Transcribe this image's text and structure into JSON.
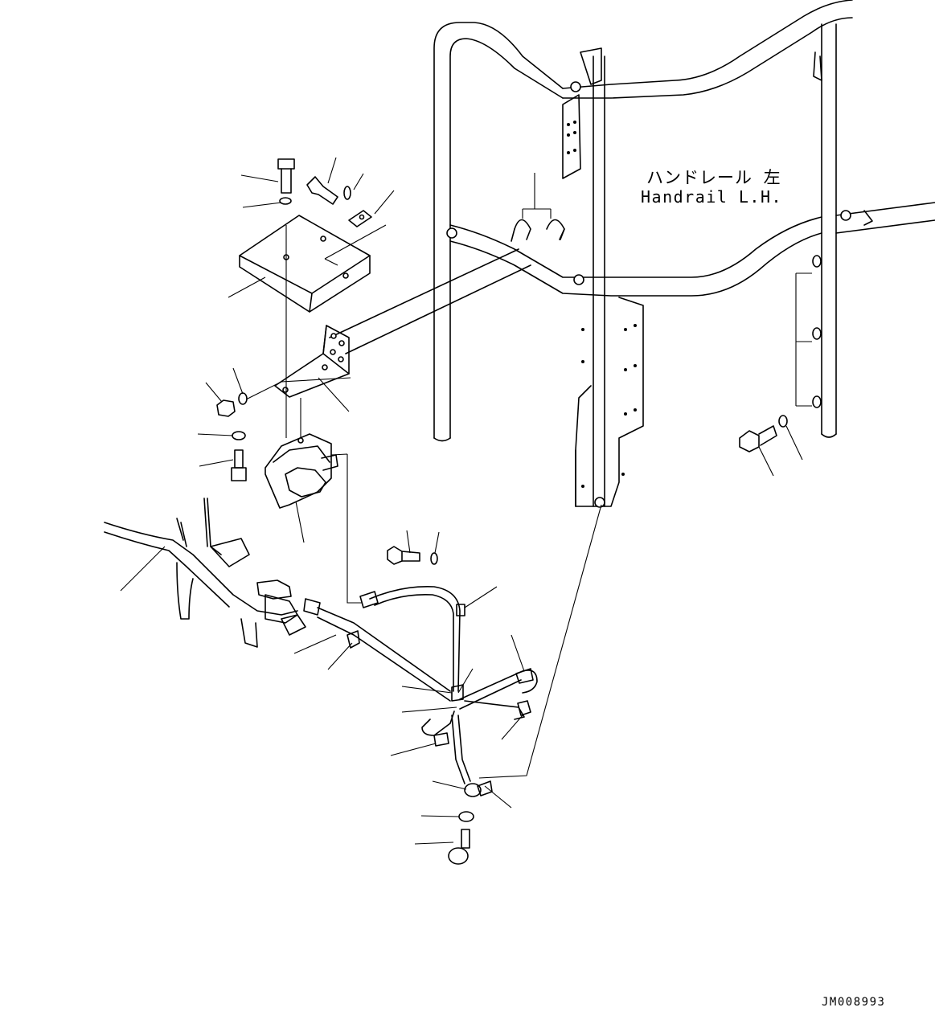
{
  "diagram": {
    "part_label_jp": "ハンドレール 左",
    "part_label_en": "Handrail L.H.",
    "drawing_number": "JM008993"
  },
  "colors": {
    "ink": "#000000",
    "paper": "#ffffff"
  }
}
